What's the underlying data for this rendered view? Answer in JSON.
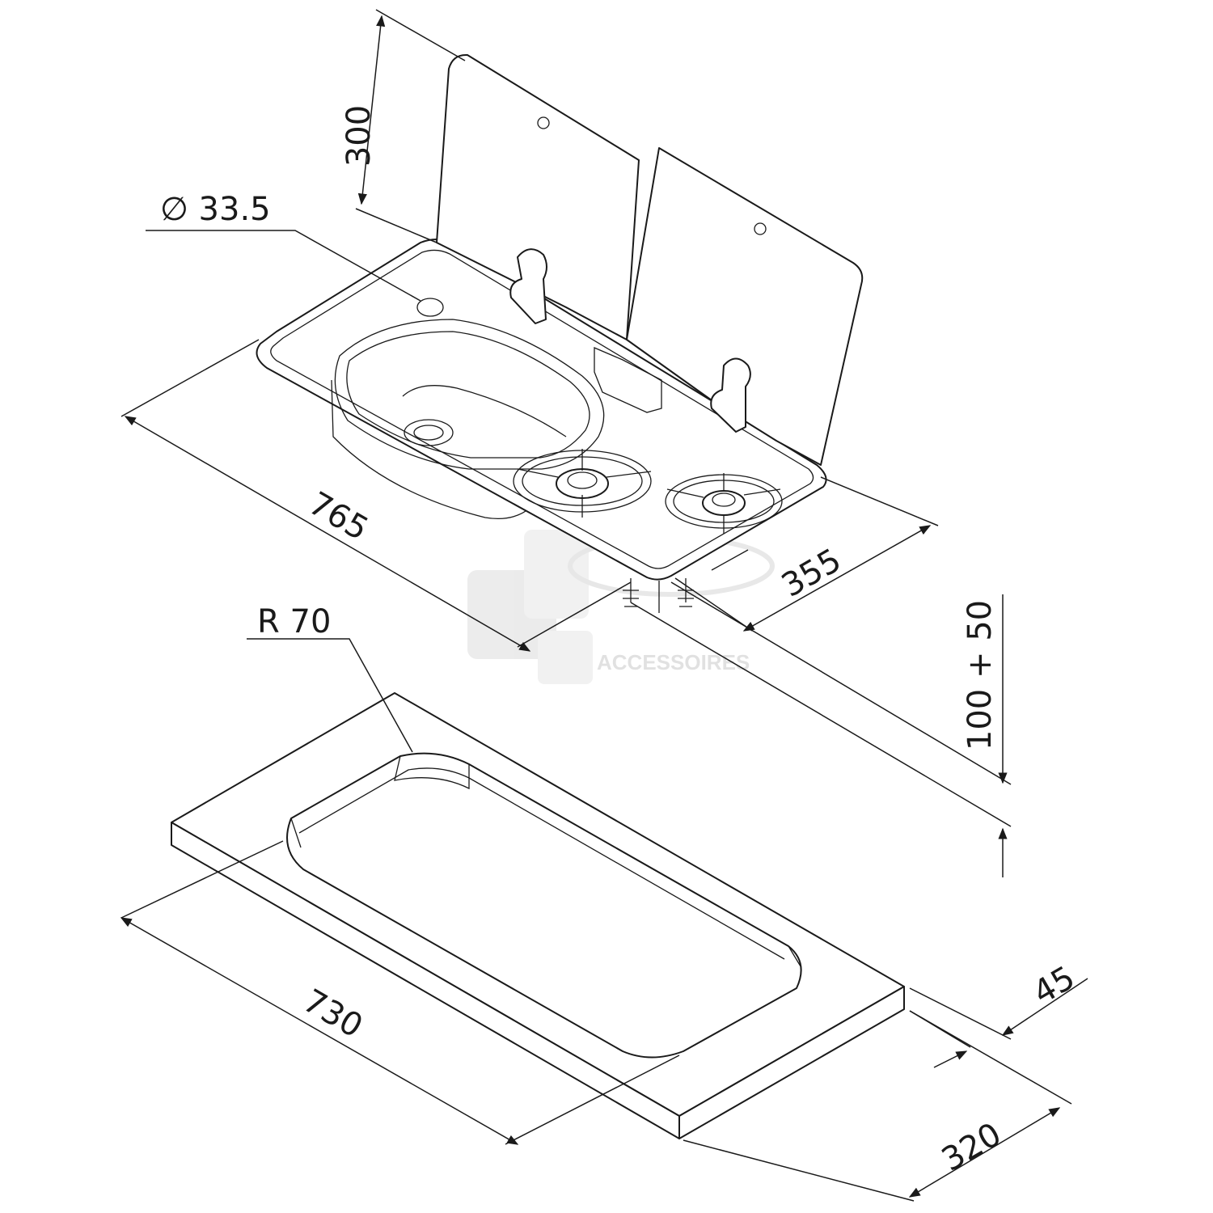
{
  "dimensions": {
    "lid_height": "300",
    "hole_diameter": "∅ 33.5",
    "unit_length": "765",
    "unit_depth": "355",
    "cutout_radius": "R 70",
    "clearance_below": "100 + 50",
    "cutout_length": "730",
    "worktop_thickness": "45",
    "cutout_depth": "320"
  },
  "watermark": {
    "text": "ACCESSOIRES"
  },
  "colors": {
    "line": "#1a1a1a",
    "watermark": "#c9c9c9",
    "background": "#ffffff"
  }
}
